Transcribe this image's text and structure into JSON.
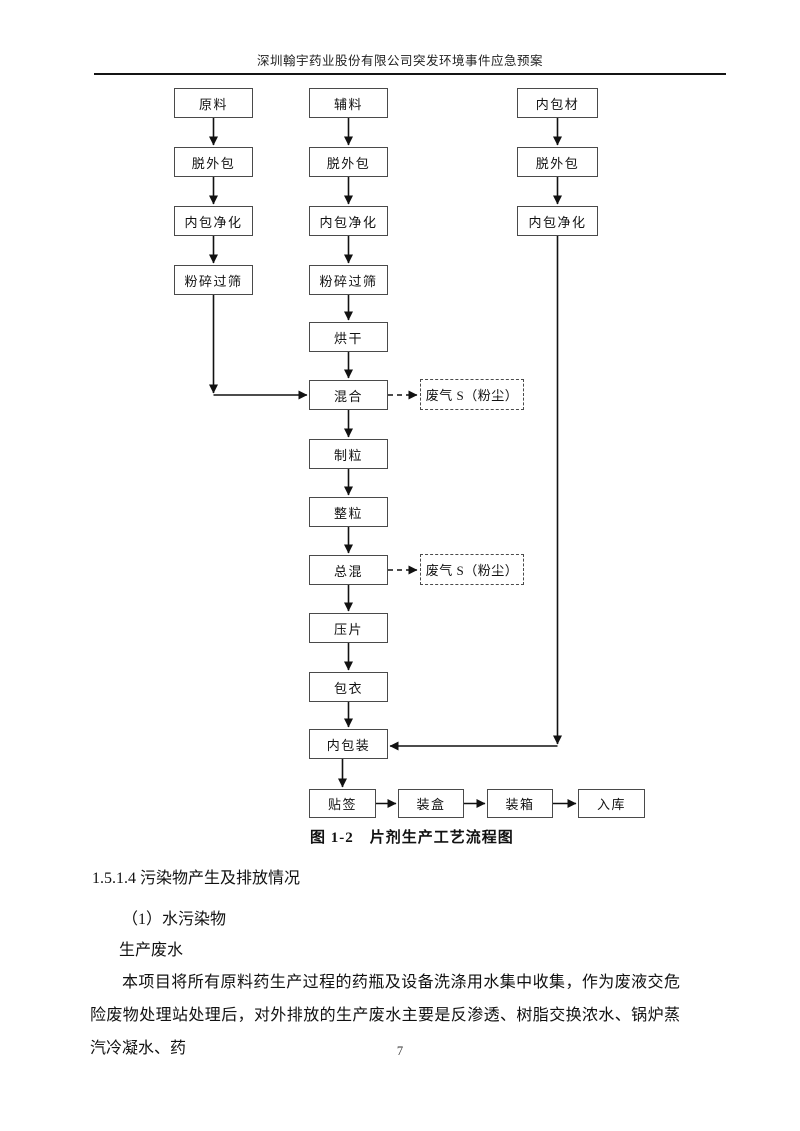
{
  "page": {
    "header_title": "深圳翰宇药业股份有限公司突发环境事件应急预案",
    "page_number": "7"
  },
  "flowchart": {
    "caption": "图 1-2　片剂生产工艺流程图",
    "boxes": [
      {
        "label": "原料"
      },
      {
        "label": "脱外包"
      },
      {
        "label": "内包净化"
      },
      {
        "label": "粉碎过筛"
      },
      {
        "label": "辅料"
      },
      {
        "label": "脱外包"
      },
      {
        "label": "内包净化"
      },
      {
        "label": "粉碎过筛"
      },
      {
        "label": "烘干"
      },
      {
        "label": "混合"
      },
      {
        "label": "制粒"
      },
      {
        "label": "整粒"
      },
      {
        "label": "总混"
      },
      {
        "label": "压片"
      },
      {
        "label": "包衣"
      },
      {
        "label": "内包装"
      },
      {
        "label": "内包材"
      },
      {
        "label": "脱外包"
      },
      {
        "label": "内包净化"
      },
      {
        "label": "贴签"
      },
      {
        "label": "装盒"
      },
      {
        "label": "装箱"
      },
      {
        "label": "入库"
      },
      {
        "label": "废气 S（粉尘）"
      },
      {
        "label": "废气 S（粉尘）"
      }
    ],
    "line_color": "#111111"
  },
  "content": {
    "section_heading": "1.5.1.4 污染物产生及排放情况",
    "sub_heading": "（1）水污染物",
    "sub_sub_heading": "生产废水",
    "paragraph": "本项目将所有原料药生产过程的药瓶及设备洗涤用水集中收集，作为废液交危险废物处理站处理后，对外排放的生产废水主要是反渗透、树脂交换浓水、锅炉蒸汽冷凝水、药"
  }
}
